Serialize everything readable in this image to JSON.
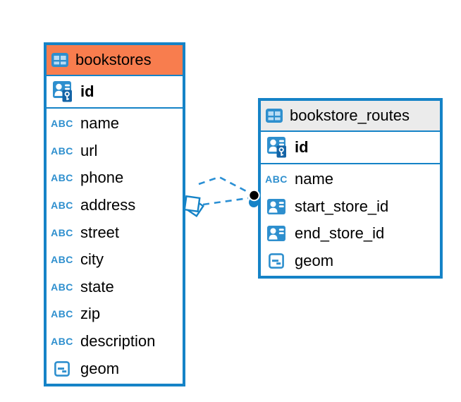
{
  "diagram": {
    "tables": [
      {
        "name": "bookstores",
        "header_style": "orange",
        "pk": "id",
        "columns": [
          "name",
          "url",
          "phone",
          "address",
          "street",
          "city",
          "state",
          "zip",
          "description",
          "geom"
        ]
      },
      {
        "name": "bookstore_routes",
        "header_style": "gray",
        "pk": "id",
        "columns": [
          "name",
          "start_store_id",
          "end_store_id",
          "geom"
        ]
      }
    ],
    "relationship": {
      "from_table": "bookstores",
      "to_table": "bookstore_routes",
      "line_style": "dashed",
      "line_count": 2,
      "from_endpoint_glyph": "double-diamond",
      "to_endpoint_glyph": "black-dot-over-blue-dot"
    },
    "icons": {
      "abc": "ABC"
    },
    "colors": {
      "table_border_blue": "#1583c7",
      "bookstores_header_orange": "#f87d4e",
      "routes_header_gray": "#ebebeb",
      "icon_blue": "#2e8fce",
      "key_badge_blue": "#1464a6",
      "connector_dash_blue": "#2a8fd4",
      "endpoint_black": "#000000",
      "text_black": "#000000",
      "background": "#ffffff"
    }
  }
}
